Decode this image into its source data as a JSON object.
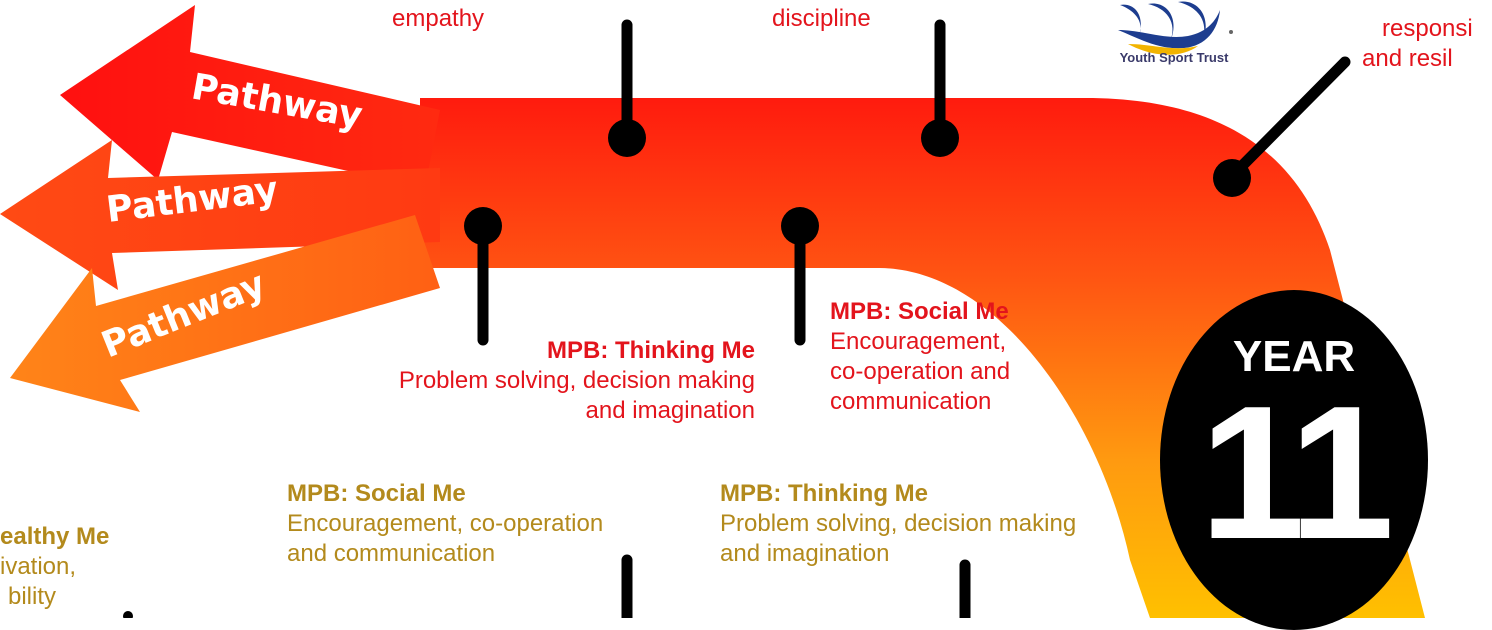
{
  "pathway_arrows": [
    "Pathway",
    "Pathway",
    "Pathway"
  ],
  "year_badge": {
    "label": "YEAR",
    "number": "11"
  },
  "logo": {
    "text": "Youth Sport Trust"
  },
  "top_labels": {
    "left": "empathy",
    "middle": "discipline",
    "right_line1": "responsi",
    "right_line2": "and resil"
  },
  "red_labels": {
    "thinking": {
      "title": "MPB: Thinking Me",
      "line1": "Problem solving, decision making",
      "line2": "and imagination"
    },
    "social": {
      "title": "MPB: Social Me",
      "line1": "Encouragement,",
      "line2": "co-operation and",
      "line3": "communication"
    }
  },
  "gold_labels": {
    "social": {
      "title": "MPB: Social Me",
      "line1": "Encouragement, co-operation",
      "line2": "and communication"
    },
    "thinking": {
      "title": "MPB: Thinking Me",
      "line1": "Problem solving, decision making",
      "line2": "and imagination"
    },
    "healthy": {
      "title": "ealthy Me",
      "line1": "ivation,",
      "line2": "bility"
    }
  },
  "colors": {
    "red": "#e3141c",
    "gold": "#b38a1c",
    "road_top": "#ff1a10",
    "road_bottom": "#ffb400"
  }
}
